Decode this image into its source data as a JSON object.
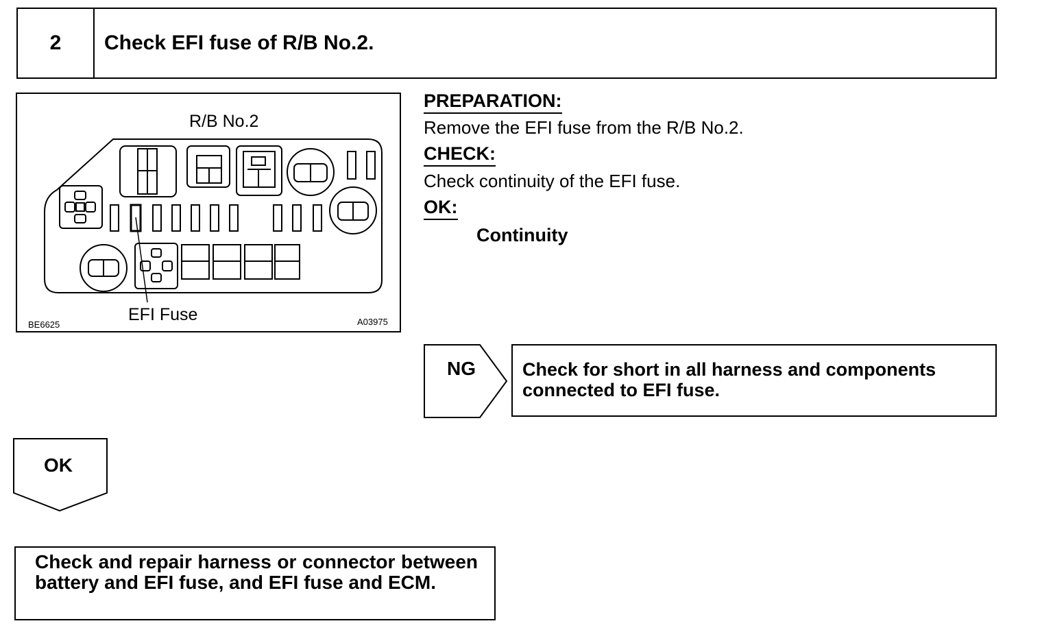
{
  "step": {
    "number": "2",
    "title": "Check EFI fuse of R/B No.2."
  },
  "figure": {
    "relay_block_label": "R/B No.2",
    "fuse_label": "EFI Fuse",
    "code_left": "BE6625",
    "code_right": "A03975"
  },
  "instructions": {
    "preparation_heading": "PREPARATION:",
    "preparation_text": "Remove the EFI fuse from the R/B No.2.",
    "check_heading": "CHECK:",
    "check_text": "Check continuity of the EFI fuse.",
    "ok_heading": "OK:",
    "ok_value": "Continuity"
  },
  "ng_branch": {
    "label": "NG",
    "action": "Check for short in all harness and components connected to EFI fuse."
  },
  "ok_branch": {
    "label": "OK",
    "action": "Check and repair harness or connector between battery and EFI fuse, and EFI fuse and ECM."
  }
}
